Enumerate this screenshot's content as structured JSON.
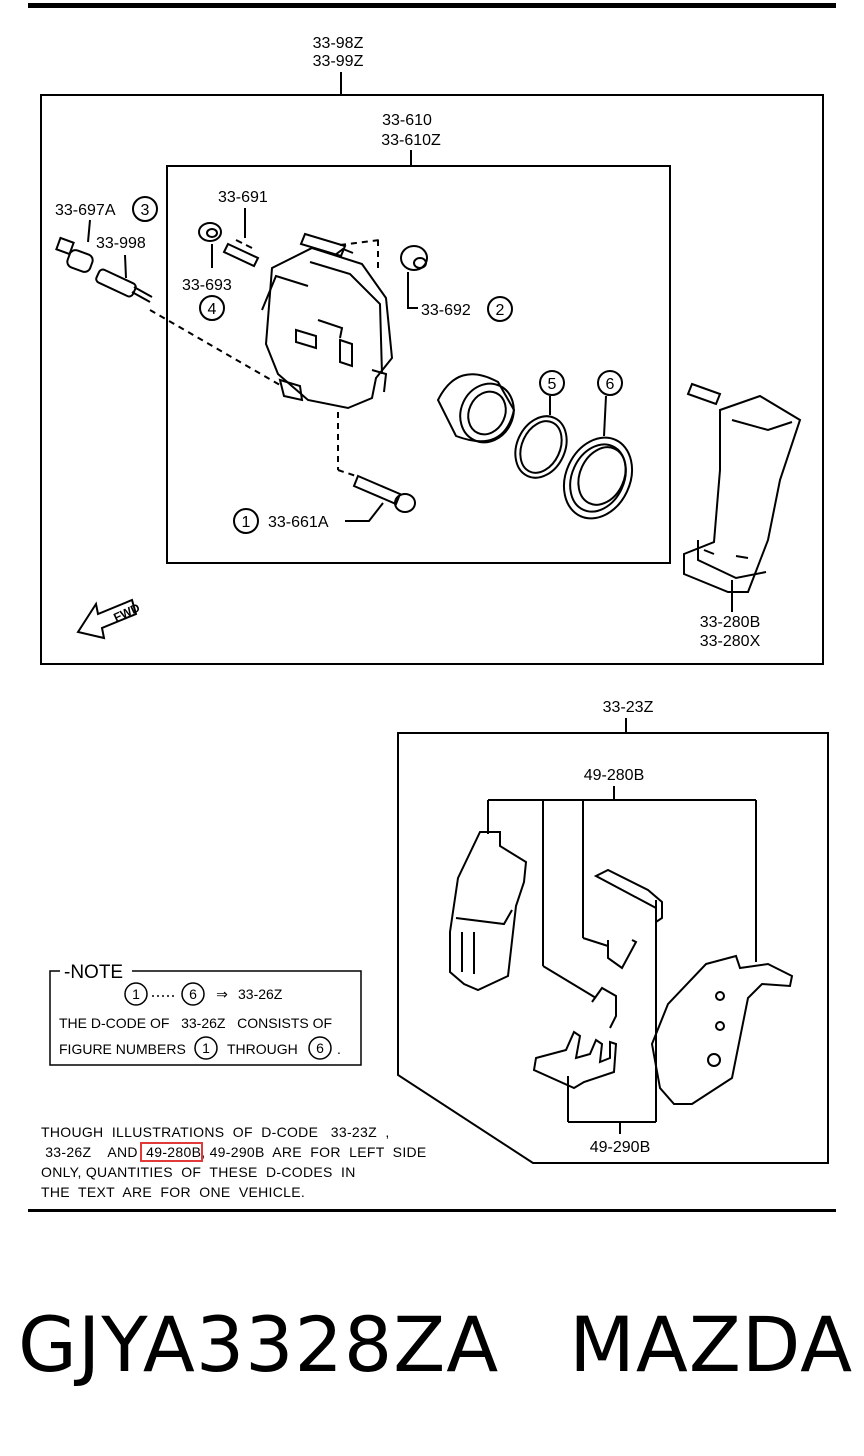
{
  "caliper_assembly": {
    "top_codes": [
      "33-98Z",
      "33-99Z"
    ],
    "inner_codes": [
      "33-610",
      "33-610Z"
    ],
    "parts": {
      "guide_pin_upper": "33-697A",
      "guide_pin_upper_num": "3",
      "guide_pin": "33-998",
      "bleeder": "33-691",
      "bleeder_cap": "33-693",
      "bleeder_cap_num": "4",
      "boot_upper": "33-692",
      "boot_upper_num": "2",
      "guide_pin_lower": "33-661A",
      "guide_pin_lower_num": "1",
      "piston_seal_num": "5",
      "dust_boot_num": "6",
      "mounting_bracket": [
        "33-280B",
        "33-280X"
      ],
      "fwd_label": "FWD"
    }
  },
  "pad_kit": {
    "kit_code": "33-23Z",
    "pad_code": "49-280B",
    "shim_code": "49-290B"
  },
  "note": {
    "title": "NOTE",
    "line1": {
      "from": "1",
      "to": "6",
      "arrow": "⇒",
      "code": "33-26Z"
    },
    "line2": "THE D-CODE OF   33-26Z   CONSISTS OF",
    "line3_a": "FIGURE NUMBERS",
    "line3_num1": "1",
    "line3_b": "THROUGH",
    "line3_num2": "6",
    "line3_end": "."
  },
  "footnote": {
    "line1": "THOUGH  ILLUSTRATIONS  OF  D-CODE   33-23Z  ,",
    "line2_a": " 33-26Z    AND ",
    "line2_highlight": " 49-280B",
    "line2_b": ", 49-290B  ARE  FOR  LEFT  SIDE",
    "line3": "ONLY, QUANTITIES  OF  THESE  D-CODES  IN",
    "line4": "THE  TEXT  ARE  FOR  ONE  VEHICLE."
  },
  "caption": {
    "part_number": "GJYA3328ZA",
    "brand": "MAZDA"
  }
}
